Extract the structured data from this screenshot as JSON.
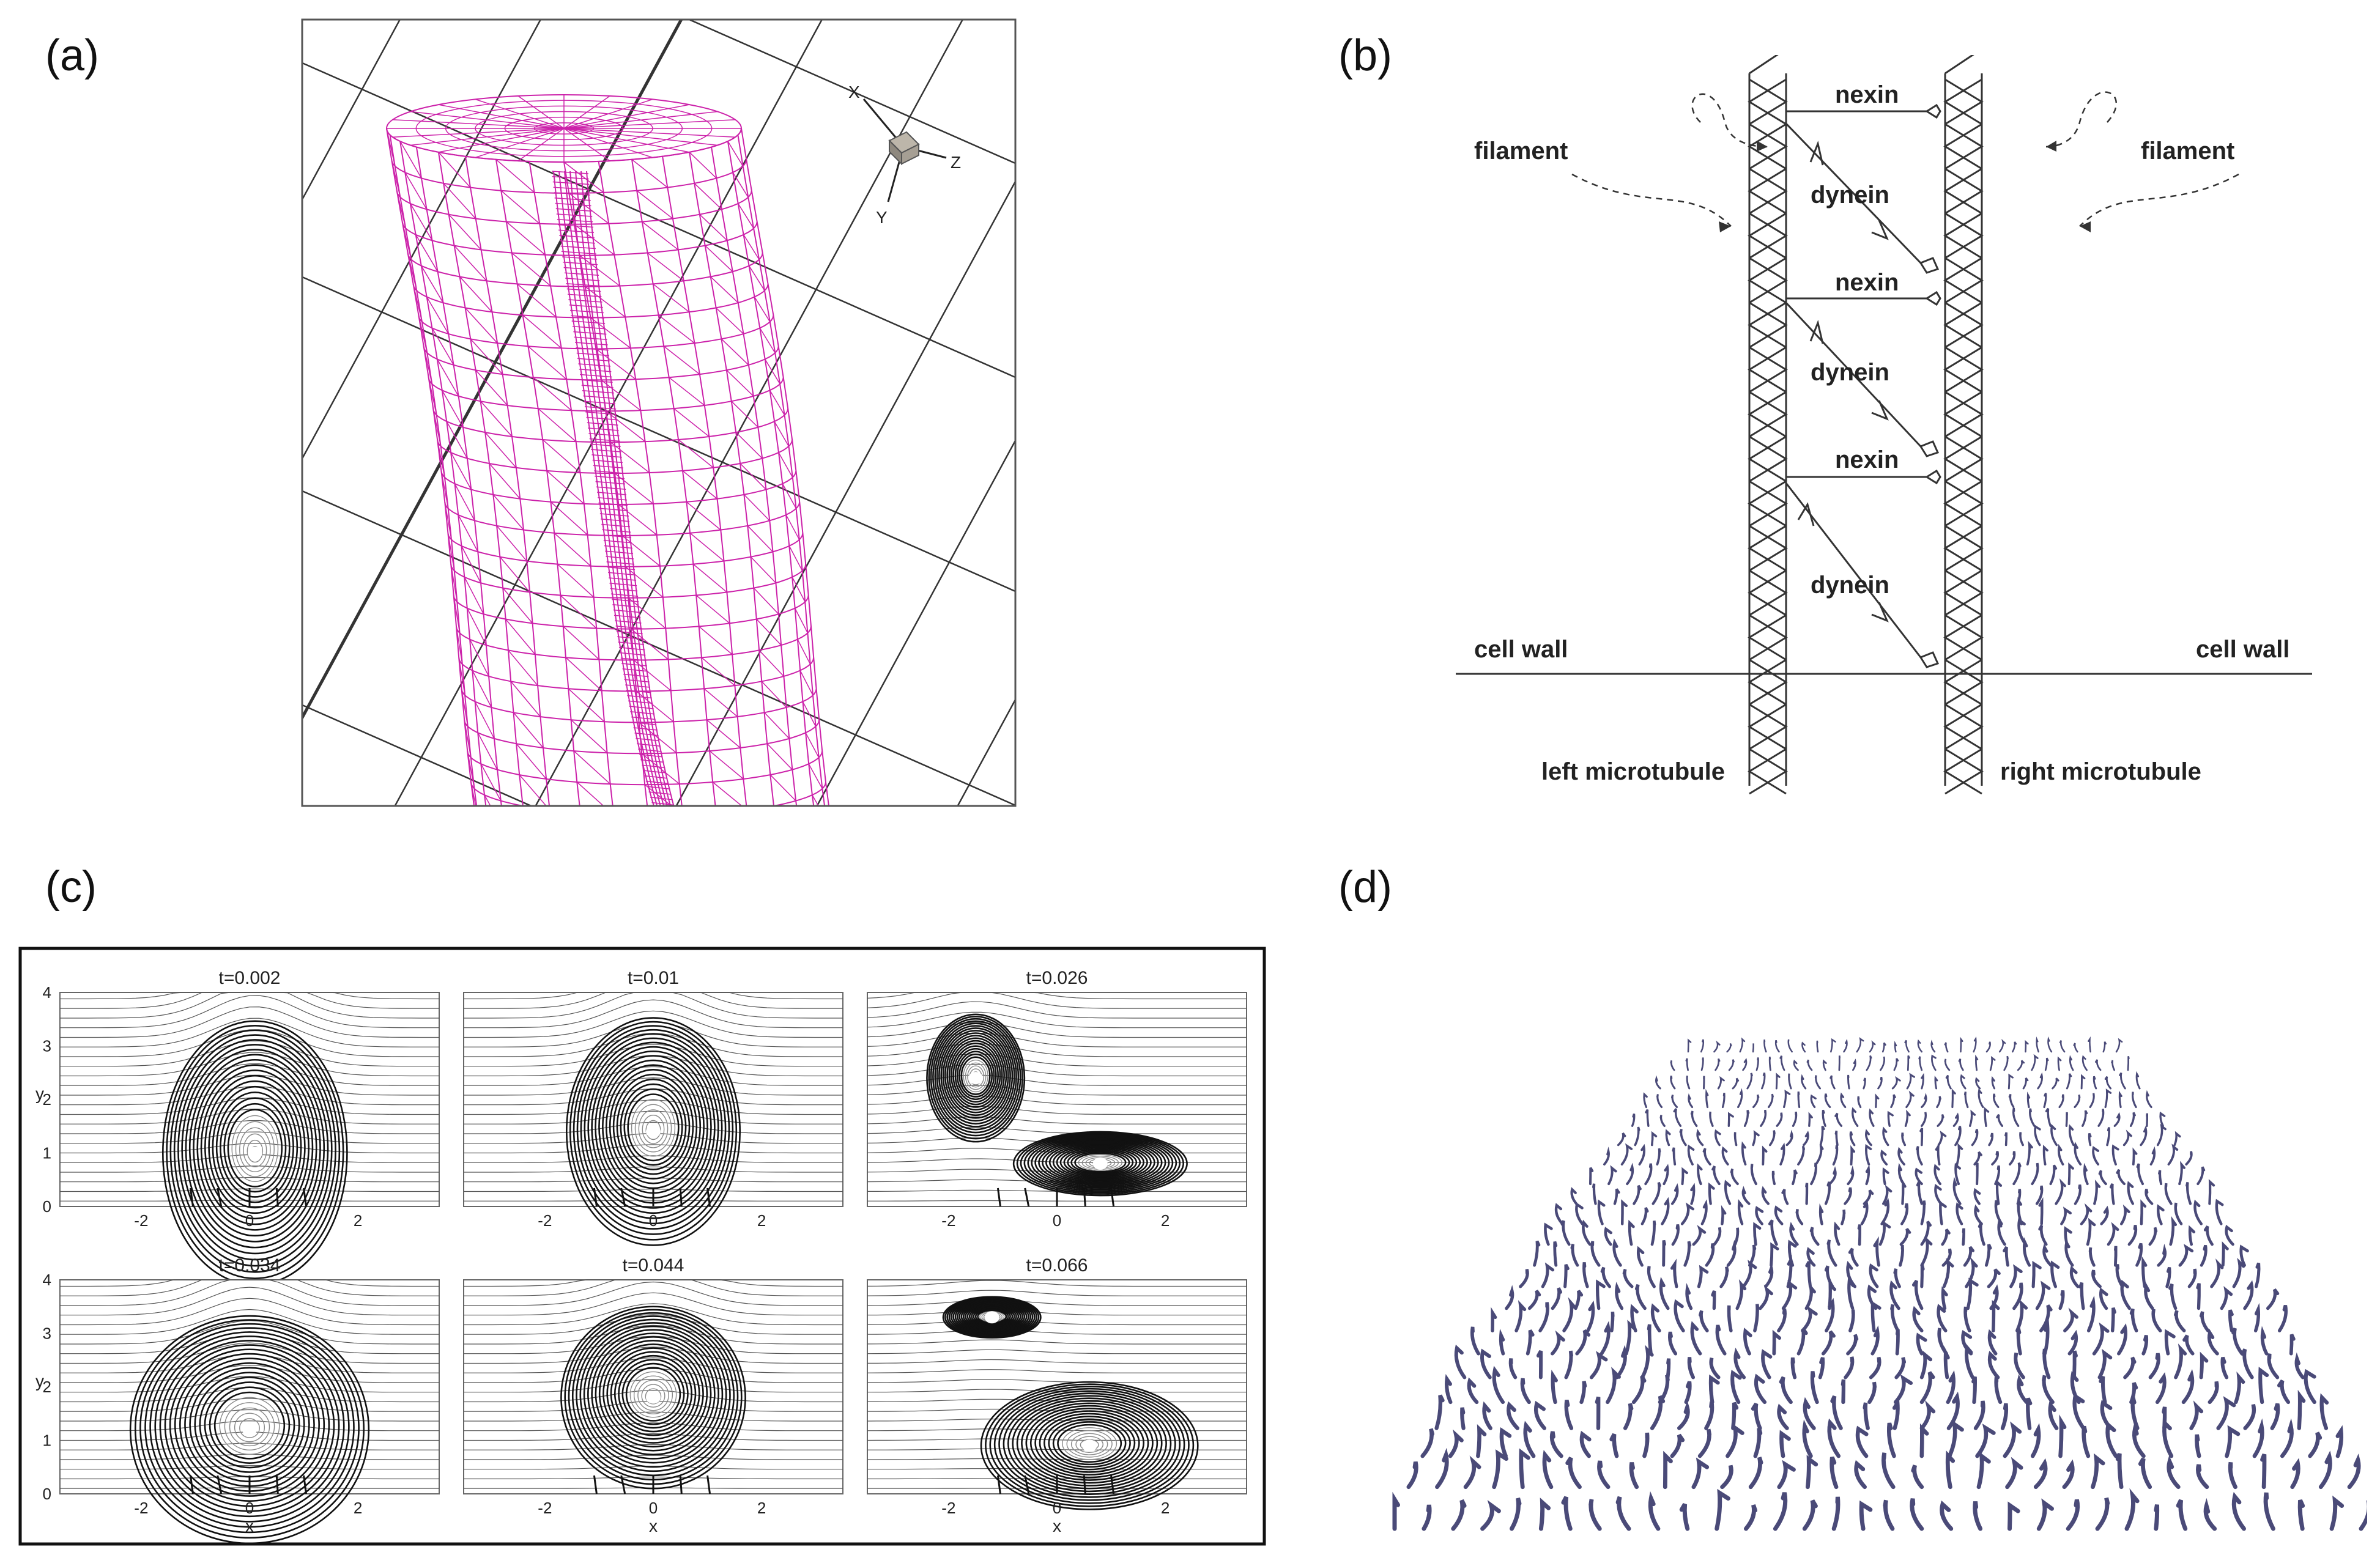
{
  "panels": {
    "a": {
      "label": "(a)",
      "axes_triad": {
        "x": "X",
        "y": "Y",
        "z": "Z"
      },
      "colors": {
        "mesh": "#cc22aa",
        "grid": "#333333"
      }
    },
    "b": {
      "label": "(b)",
      "filament_left": "filament",
      "filament_right": "filament",
      "nexin_labels": [
        "nexin",
        "nexin",
        "nexin"
      ],
      "dynein_labels": [
        "dynein",
        "dynein",
        "dynein"
      ],
      "cell_wall_left": "cell wall",
      "cell_wall_right": "cell wall",
      "left_microtubule": "left microtubule",
      "right_microtubule": "right microtubule"
    },
    "c": {
      "label": "(c)",
      "subplots": [
        {
          "title": "t=0.002"
        },
        {
          "title": "t=0.01"
        },
        {
          "title": "t=0.026"
        },
        {
          "title": "t=0.034"
        },
        {
          "title": "t=0.044"
        },
        {
          "title": "t=0.066"
        }
      ],
      "x_label": "x",
      "y_label": "y",
      "x_ticks": [
        "-2",
        "0",
        "2"
      ],
      "y_ticks": [
        "0",
        "1",
        "2",
        "3",
        "4"
      ]
    },
    "d": {
      "label": "(d)",
      "colors": {
        "cilia": "#4a4a78"
      }
    }
  }
}
